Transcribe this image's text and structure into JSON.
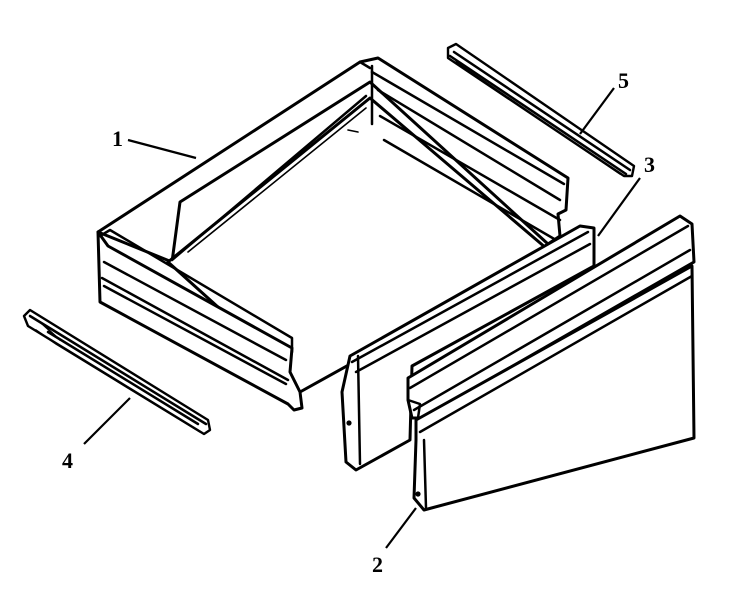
{
  "diagram": {
    "callouts": [
      {
        "label": "1",
        "part": "drawer-body"
      },
      {
        "label": "2",
        "part": "drawer-front-panel"
      },
      {
        "label": "3",
        "part": "drawer-inner-front"
      },
      {
        "label": "4",
        "part": "left-slide-rail"
      },
      {
        "label": "5",
        "part": "right-slide-rail"
      }
    ],
    "colors": {
      "ink": "#000000",
      "paper": "#ffffff"
    }
  }
}
